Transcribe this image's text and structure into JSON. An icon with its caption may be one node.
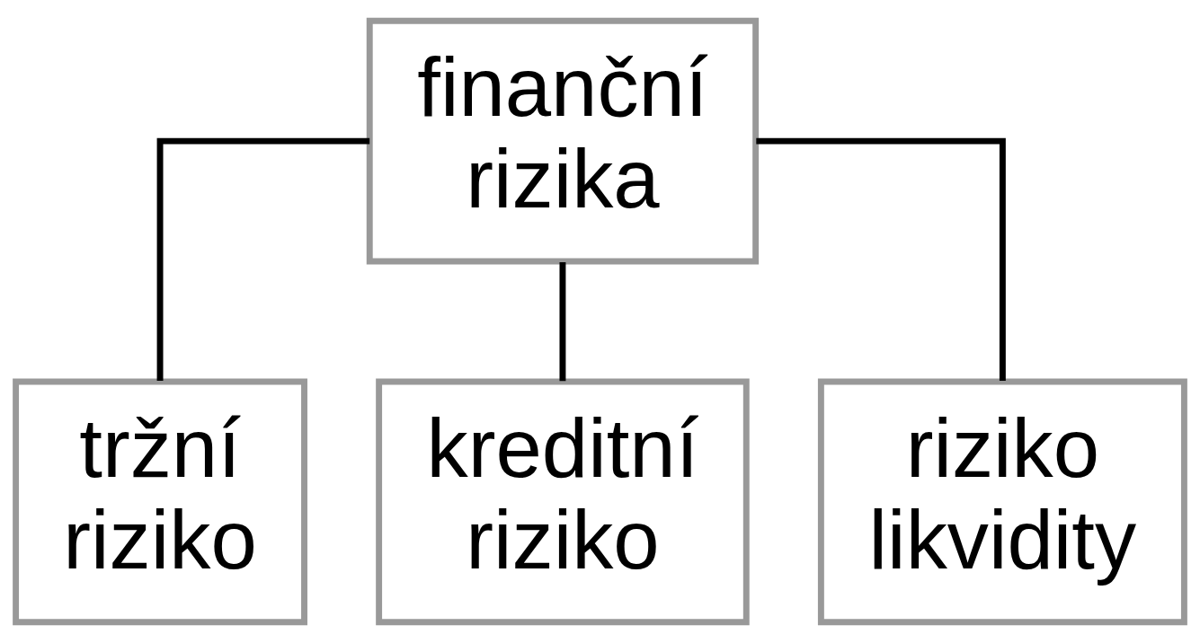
{
  "diagram": {
    "nodes": [
      {
        "text": [
          "finanční rizika"
        ]
      },
      {
        "text": [
          "tržní riziko"
        ]
      },
      {
        "text": [
          "kreditní riziko"
        ]
      },
      {
        "text": [
          "riziko likvidity"
        ]
      }
    ],
    "edges": [
      {
        "from": 0,
        "to": 1,
        "arrow": "none"
      },
      {
        "from": 0,
        "to": 2,
        "arrow": "none"
      },
      {
        "from": 0,
        "to": 3,
        "arrow": "none"
      }
    ]
  }
}
